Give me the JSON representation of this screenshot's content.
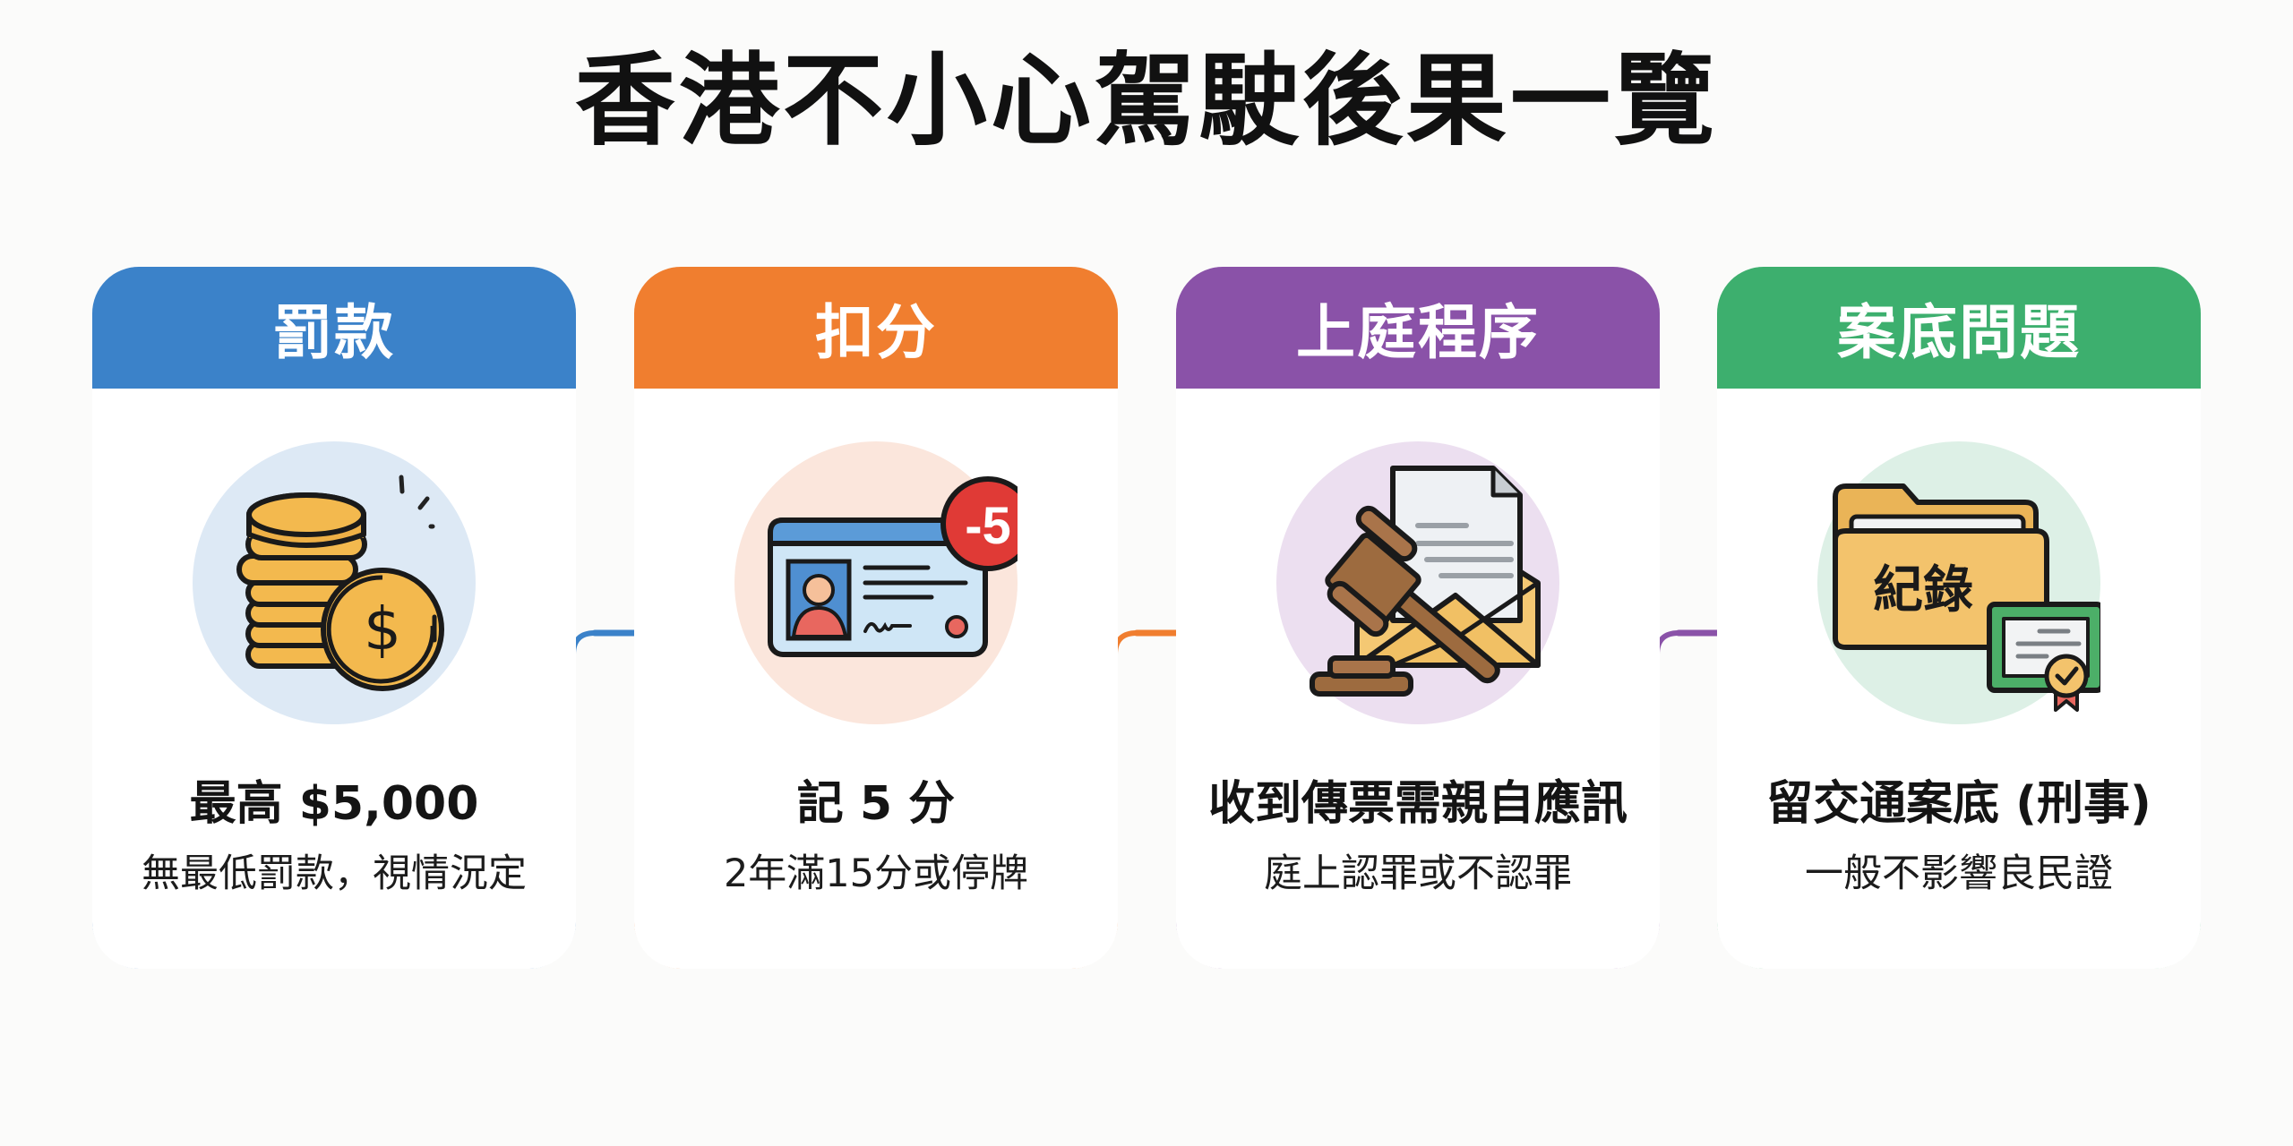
{
  "title": "香港不小心駕駛後果一覽",
  "cards": [
    {
      "id": "fine",
      "header": "罰款",
      "color": "#3b82c9",
      "circle_color": "#dde9f5",
      "icon": "coins-icon",
      "main": "最高 $5,000",
      "sub": "無最低罰款，視情況定"
    },
    {
      "id": "points",
      "header": "扣分",
      "color": "#f07e2f",
      "circle_color": "#fbe6dc",
      "icon": "driving-licence-icon",
      "badge": "-5",
      "main": "記 5 分",
      "sub": "2年滿15分或停牌"
    },
    {
      "id": "court",
      "header": "上庭程序",
      "color": "#8a52a8",
      "circle_color": "#ecdff0",
      "icon": "gavel-summons-icon",
      "main": "收到傳票需親自應訊",
      "sub": "庭上認罪或不認罪"
    },
    {
      "id": "record",
      "header": "案底問題",
      "color": "#3daf6e",
      "circle_color": "#ddf0e6",
      "icon": "record-folder-icon",
      "folder_label": "紀錄",
      "main": "留交通案底 (刑事)",
      "sub": "一般不影響良民證"
    }
  ],
  "connectors": [
    {
      "from": "fine",
      "to": "points",
      "icon": "arrow-right-icon"
    },
    {
      "from": "points",
      "to": "court",
      "icon": "arrow-right-icon"
    },
    {
      "from": "court",
      "to": "record",
      "icon": "arrow-right-icon"
    }
  ]
}
